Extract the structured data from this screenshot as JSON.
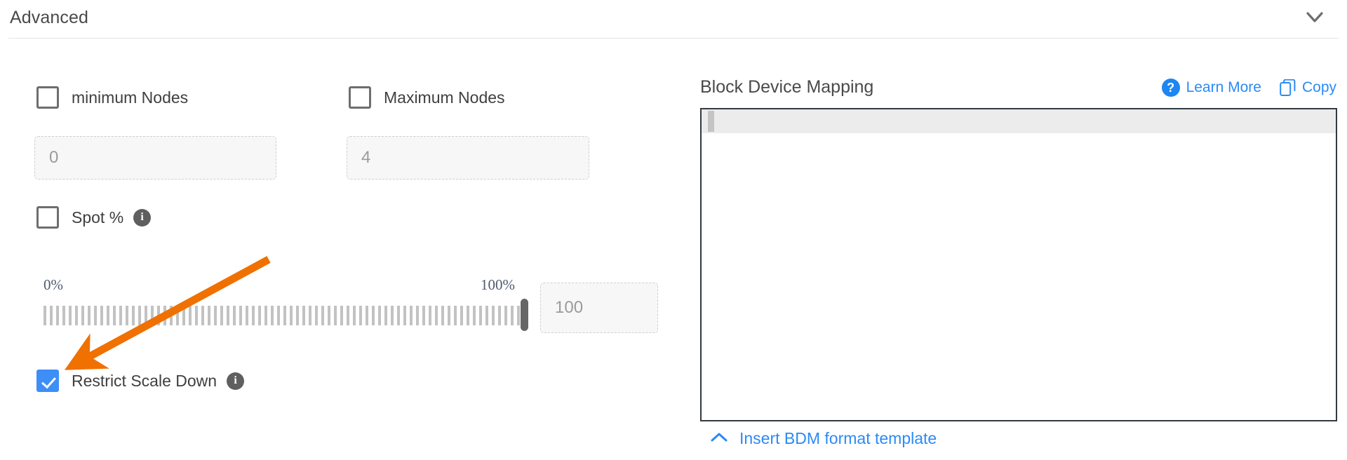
{
  "header": {
    "title": "Advanced",
    "collapse_icon": "chevron-down-icon"
  },
  "left_panel": {
    "min_nodes": {
      "checkbox_label": "minimum Nodes",
      "checked": false,
      "input_placeholder": "0",
      "input_value": ""
    },
    "max_nodes": {
      "checkbox_label": "Maximum Nodes",
      "checked": false,
      "input_placeholder": "4",
      "input_value": ""
    },
    "spot": {
      "checkbox_label": "Spot %",
      "checked": false,
      "info_icon": "info-icon",
      "info_glyph": "i"
    },
    "slider": {
      "min_label": "0%",
      "max_label": "100%",
      "min": 0,
      "max": 100,
      "value": 100,
      "value_input_placeholder": "100",
      "value_input_value": ""
    },
    "restrict_scale_down": {
      "checkbox_label": "Restrict Scale Down",
      "checked": true,
      "info_icon": "info-icon",
      "info_glyph": "i"
    }
  },
  "right_panel": {
    "title": "Block Device Mapping",
    "learn_more": {
      "label": "Learn More",
      "icon": "question-circle-icon",
      "icon_glyph": "?"
    },
    "copy": {
      "label": "Copy",
      "icon": "copy-icon"
    },
    "editor": {
      "content": "",
      "placeholder": ""
    },
    "insert_template": {
      "label": "Insert BDM format template",
      "icon": "chevron-up-icon"
    }
  },
  "annotation": {
    "type": "arrow",
    "color": "#f07000",
    "points_to": "restrict-scale-down-checkbox"
  },
  "colors": {
    "accent_blue": "#2b8af5",
    "checkbox_checked": "#3d8ef7",
    "annotation_orange": "#f07000",
    "text_primary": "#4a4a4a",
    "tick_gray": "#c2c2c2"
  }
}
